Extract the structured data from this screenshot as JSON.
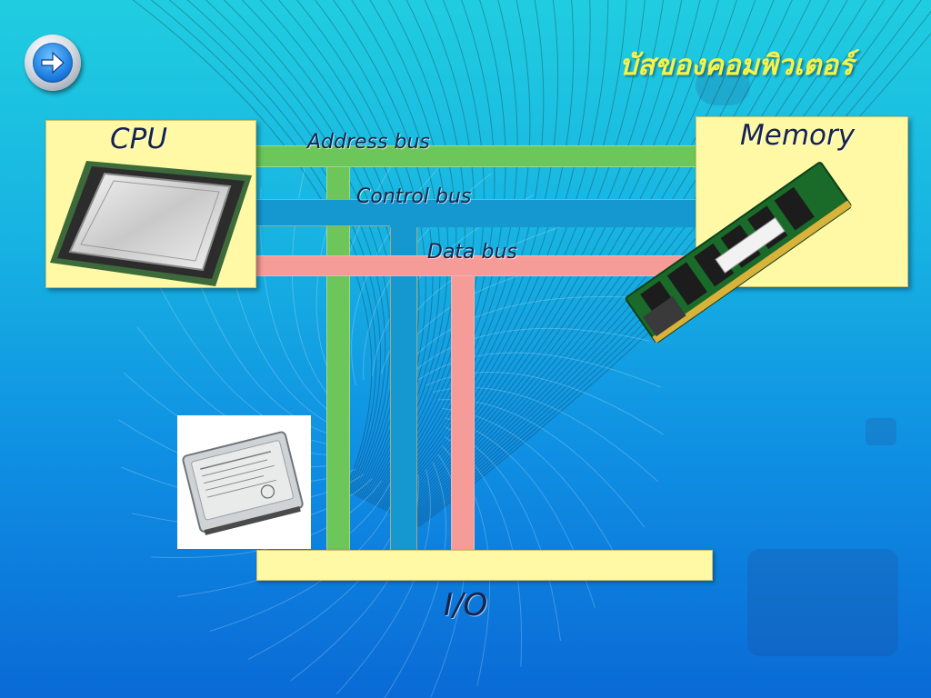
{
  "slide": {
    "title": "บัสของคอมพิวเตอร์",
    "nav_icon": "arrow-right-icon"
  },
  "components": {
    "cpu": "CPU",
    "memory": "Memory",
    "io": "I/O"
  },
  "buses": {
    "address": "Address bus",
    "control": "Control bus",
    "data": "Data bus"
  },
  "colors": {
    "address_bus": "#6cc65a",
    "control_bus": "#1597cf",
    "data_bus": "#f69c98",
    "component_box": "#fff9a6",
    "title_text": "#f6f34a"
  }
}
